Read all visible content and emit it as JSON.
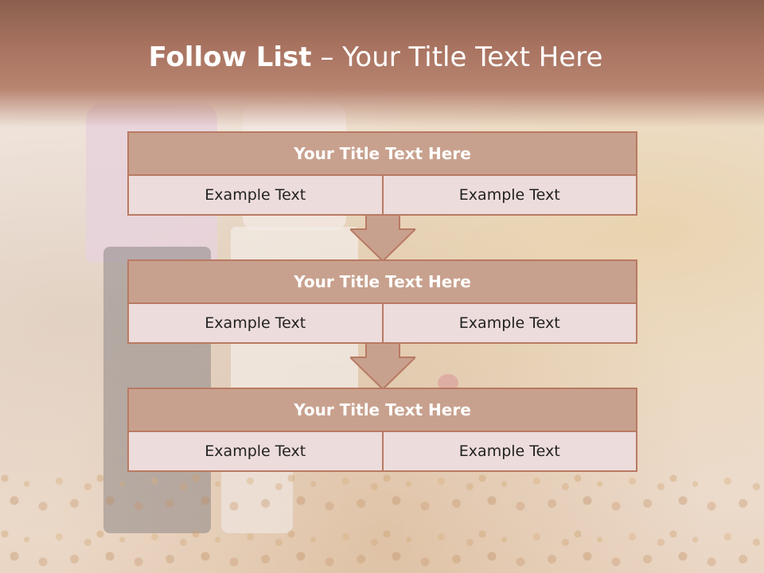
{
  "slide": {
    "title_bold": "Follow List",
    "title_rest": "– Your Title Text Here"
  },
  "blocks": [
    {
      "title": "Your Title Text Here",
      "cells": [
        "Example Text",
        "Example Text"
      ]
    },
    {
      "title": "Your Title Text Here",
      "cells": [
        "Example Text",
        "Example Text"
      ]
    },
    {
      "title": "Your Title Text Here",
      "cells": [
        "Example Text",
        "Example Text"
      ]
    }
  ],
  "colors": {
    "header": "#a7725f",
    "block_title_fill": "#c8a18e",
    "cell_fill": "#ecdcdb",
    "border": "#b87a63"
  }
}
